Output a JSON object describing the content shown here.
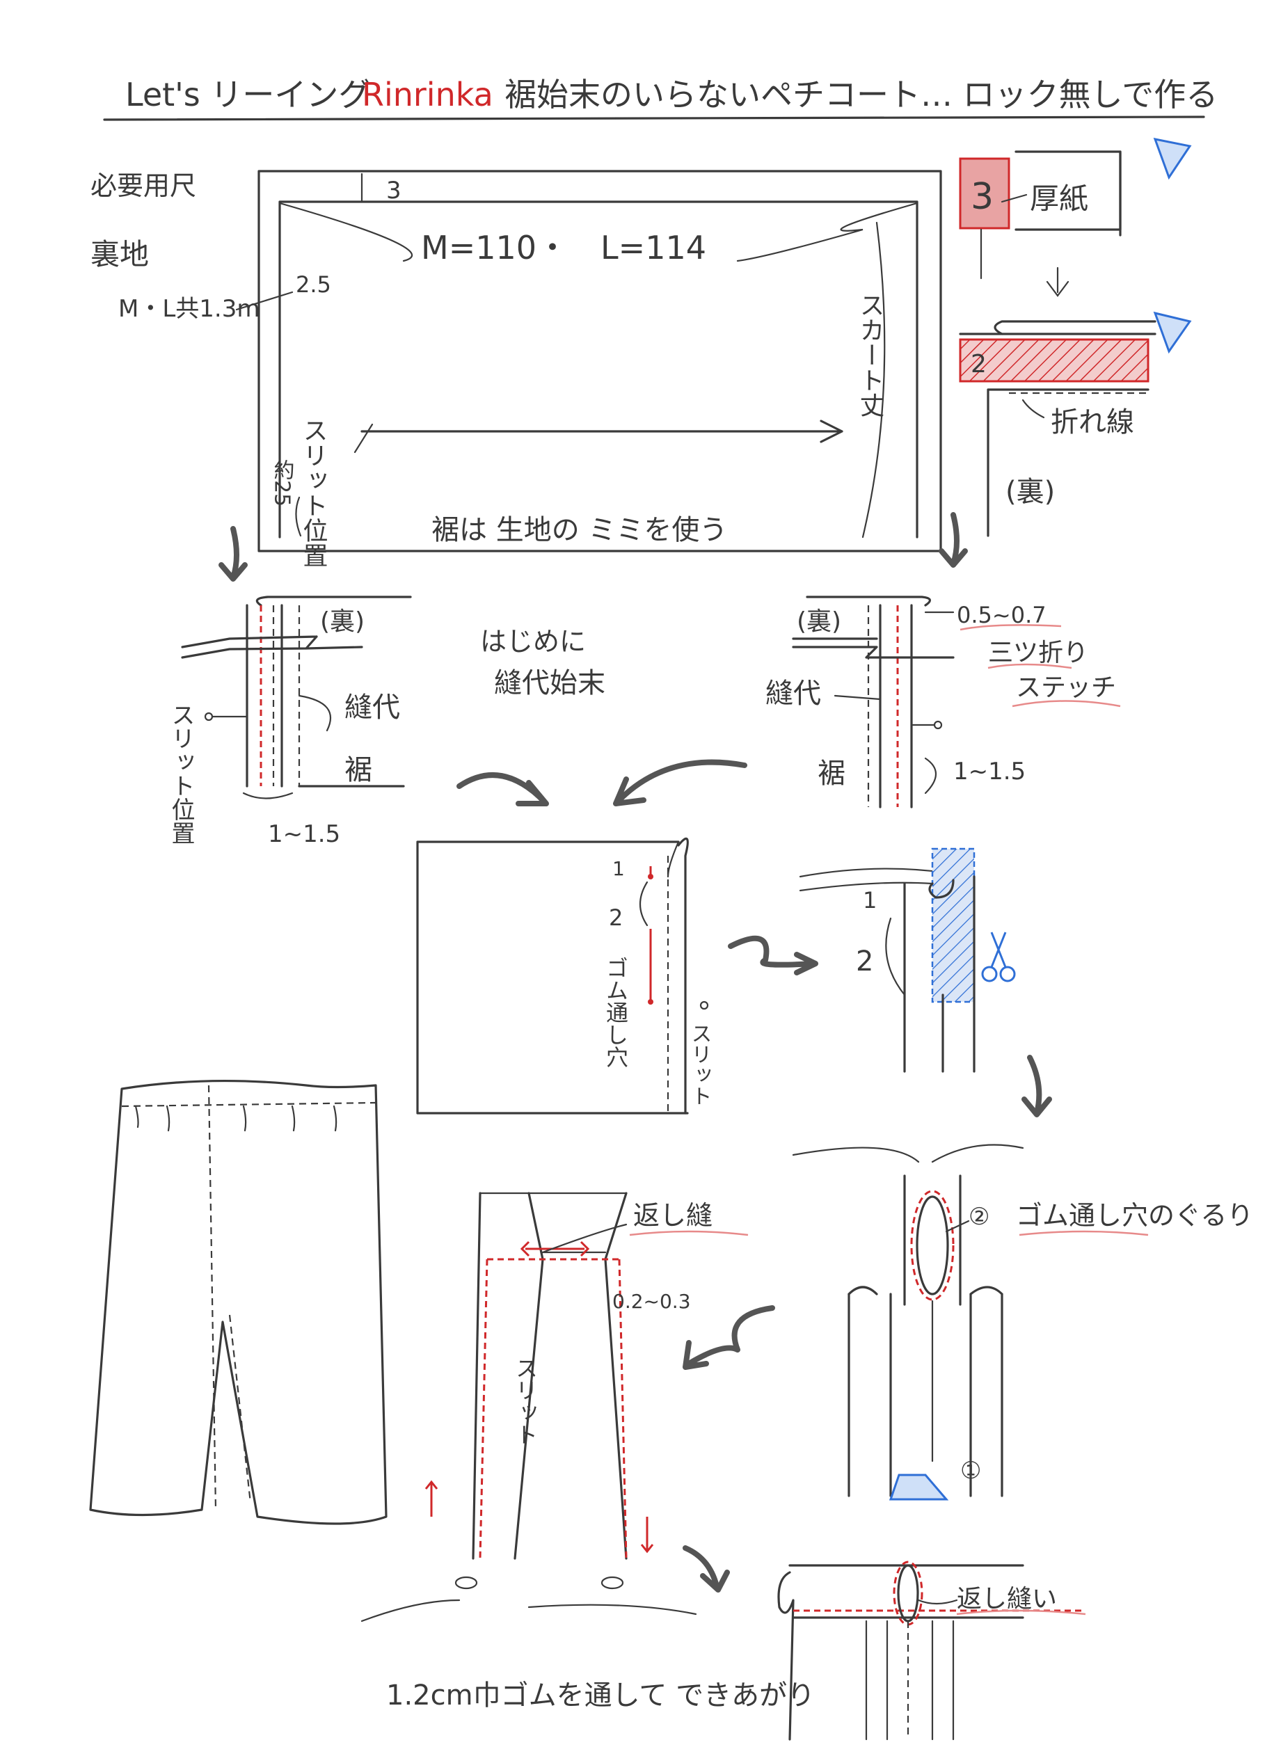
{
  "title": {
    "prefix": "Let's リーイング",
    "brand": "Rinrinka",
    "rest": "裾始末のいらないペチコート… ロック無しで作る"
  },
  "materials": {
    "heading": "必要用尺",
    "fabric": "裏地",
    "amount": "M・L共1.3m"
  },
  "panel": {
    "top_margin": "3",
    "width_label": "M=110・　L=114",
    "side_margin": "2.5",
    "slit_label": "スリット位置",
    "slit_measure": "約25",
    "length_label": "スカート丈",
    "hem_note": "裾は 生地の ミミを使う"
  },
  "cardboard": {
    "number_top": "3",
    "label": "厚紙",
    "number_bottom": "2",
    "fold_line": "折れ線",
    "back": "(裏)"
  },
  "left_detail": {
    "back": "(裏)",
    "seam_allowance": "縫代",
    "hem": "裾",
    "slit_position": "スリット位置",
    "measure": "1~1.5"
  },
  "center_note": {
    "line1": "はじめに",
    "line2": "縫代始末"
  },
  "right_detail": {
    "back": "(裏)",
    "fold_width": "0.5~0.7",
    "triple_fold": "三ツ折り",
    "stitch": "ステッチ",
    "seam_allowance": "縫代",
    "hem": "裾",
    "measure": "1~1.5"
  },
  "middle_panel": {
    "n1": "1",
    "n2": "2",
    "elastic_hole": "ゴム通し穴",
    "slit": "スリット"
  },
  "cut_detail": {
    "n1": "1",
    "n2": "2"
  },
  "elastic_detail": {
    "marker2": "②",
    "label": "ゴム通し穴のぐるり",
    "marker1": "①"
  },
  "legs_detail": {
    "backstitch": "返し縫",
    "measure": "0.2~0.3",
    "slit": "スリット"
  },
  "bottom_detail": {
    "backstitch": "返し縫い"
  },
  "finish_note": "1.2cm巾ゴムを通して できあがり",
  "colors": {
    "ink": "#3a3a3a",
    "red": "#d0282a",
    "blue": "#2f6fd6",
    "pink_fill": "#e8a3a3"
  }
}
